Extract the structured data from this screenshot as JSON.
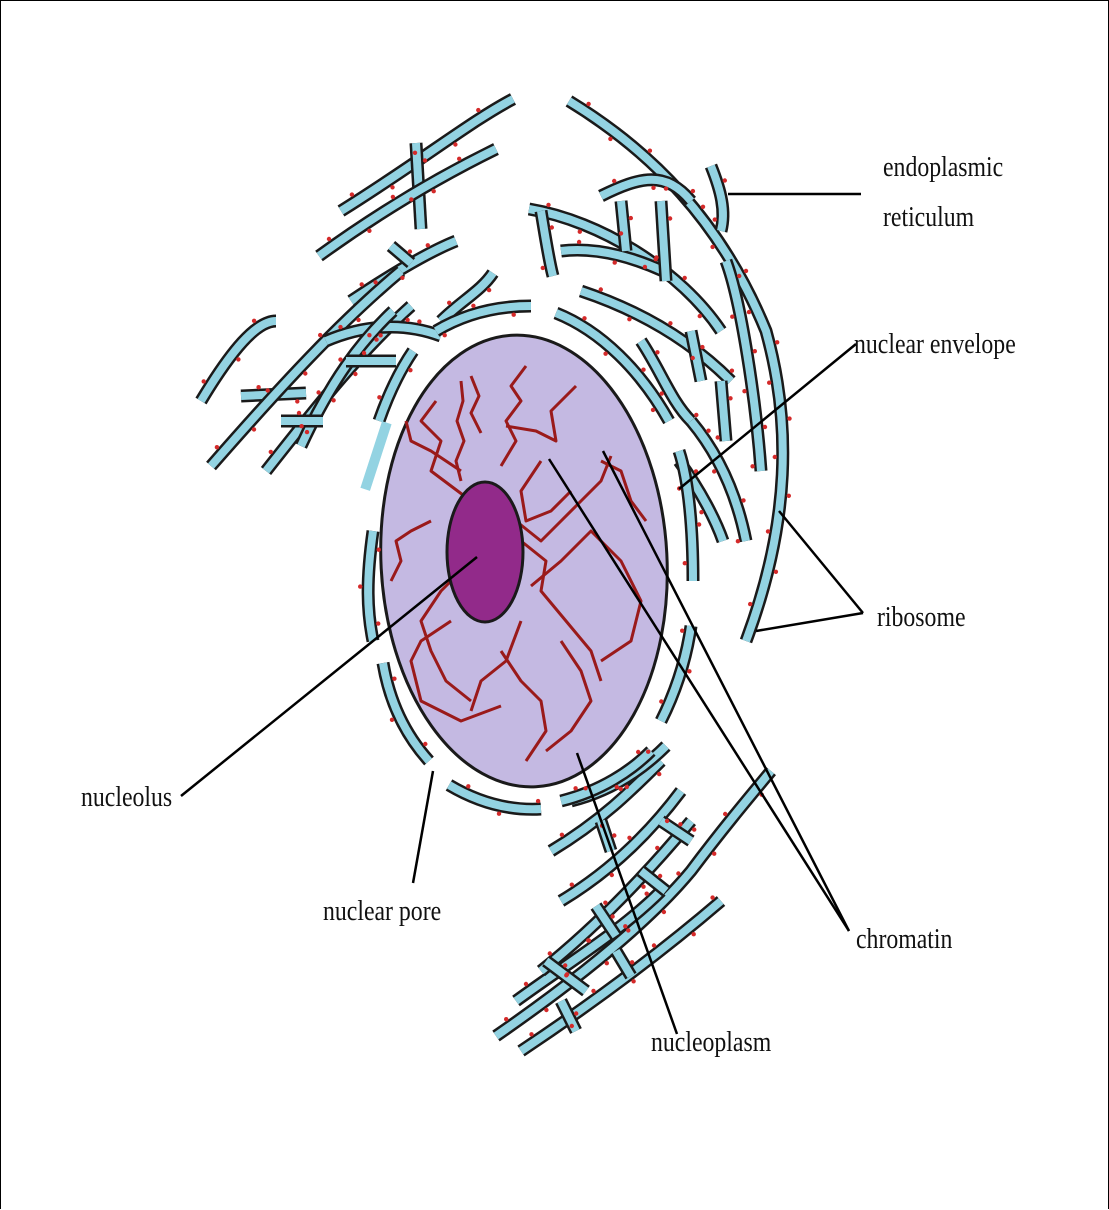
{
  "labels": {
    "er_line1": "endoplasmic",
    "er_line2": "reticulum",
    "nuclear_envelope": "nuclear envelope",
    "ribosome": "ribosome",
    "nucleolus": "nucleolus",
    "nuclear_pore": "nuclear pore",
    "chromatin": "chromatin",
    "nucleoplasm": "nucleoplasm"
  },
  "colors": {
    "er_fill": "#93d3e2",
    "outline": "#1a1a1a",
    "nucleoplasm": "#c4b9e2",
    "nucleolus": "#922a8a",
    "chromatin": "#9a1a1a",
    "ribosome": "#d42a2a",
    "pore_highlight": "#93d3e2"
  }
}
